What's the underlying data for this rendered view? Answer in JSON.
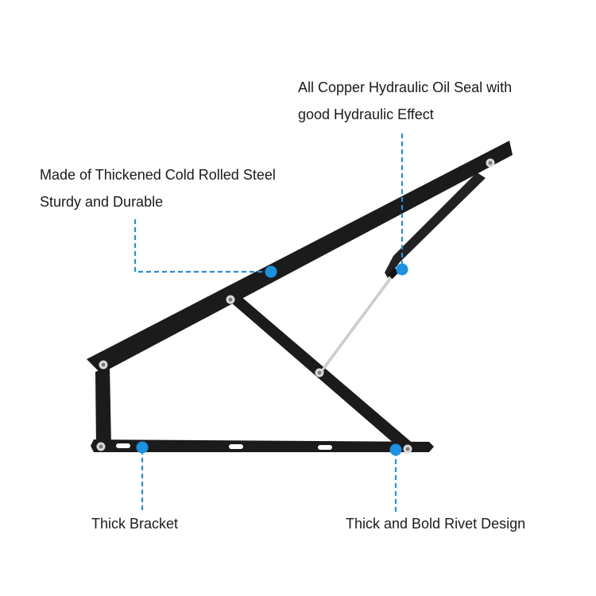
{
  "callouts": {
    "steel": {
      "line1": "Made of Thickened Cold Rolled Steel",
      "line2": "Sturdy and Durable"
    },
    "seal": {
      "line1": "All Copper Hydraulic Oil Seal with",
      "line2": "good Hydraulic Effect"
    },
    "bracket": {
      "line1": "Thick Bracket"
    },
    "rivet": {
      "line1": "Thick and Bold Rivet Design"
    }
  },
  "colors": {
    "background": "#ffffff",
    "frame": "#1b1b1b",
    "callout_dot": "#1e90e0",
    "callout_line": "#2a8fd8",
    "gas_rod": "#b9b9b9",
    "text": "#1a1a1a"
  }
}
